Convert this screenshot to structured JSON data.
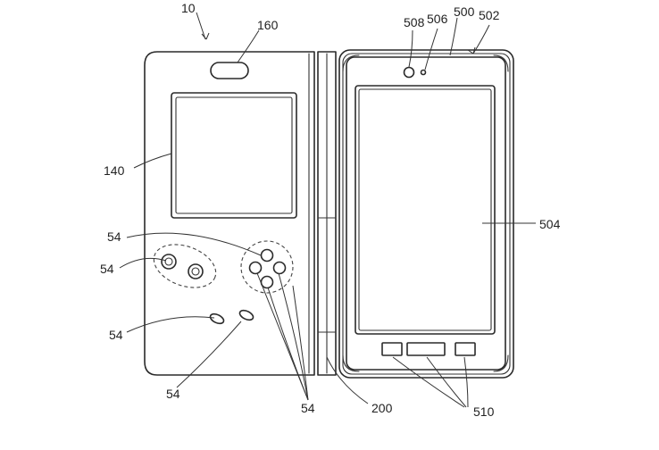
{
  "figure": {
    "labels": {
      "device_assembly": "10",
      "window_slot": "160",
      "window": "140",
      "buttons": "54",
      "hinge": "200",
      "phone": "500",
      "phone_case": "502",
      "screen": "504",
      "sensor": "506",
      "camera": "508",
      "nav_keys": "510"
    }
  }
}
